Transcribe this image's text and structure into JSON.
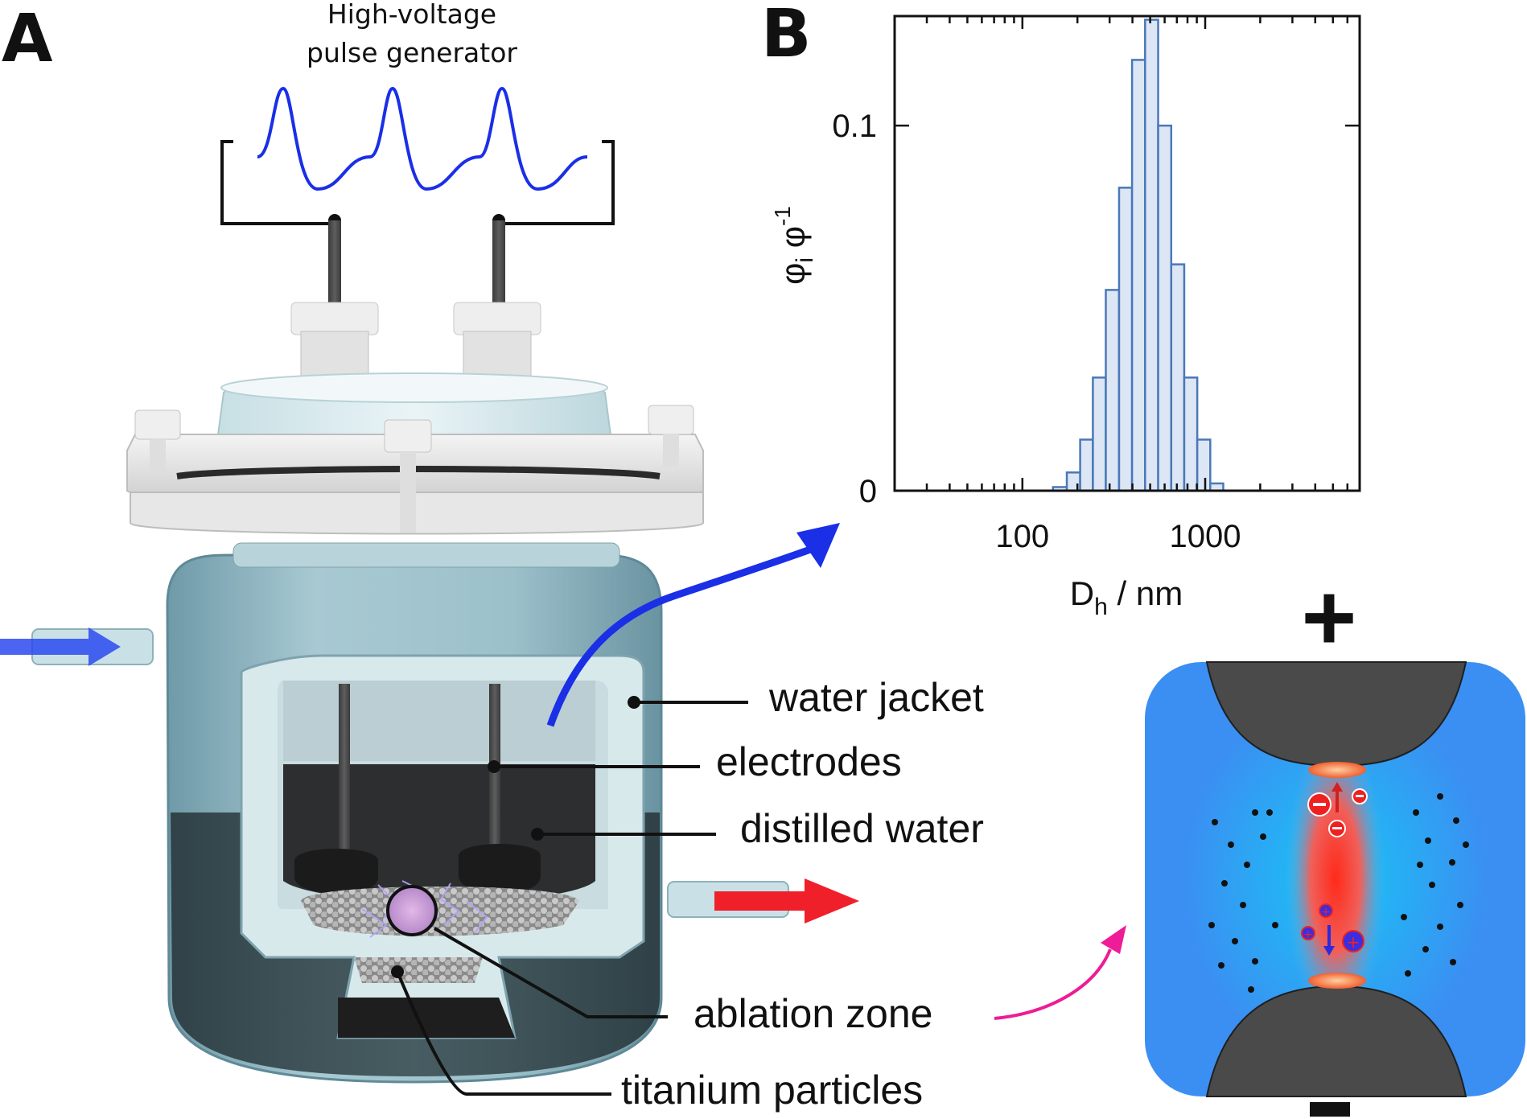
{
  "panel_a": {
    "letter": "A",
    "generator_line1": "High-voltage",
    "generator_line2": "pulse generator",
    "labels": {
      "water_jacket": "water jacket",
      "electrodes": "electrodes",
      "distilled_water": "distilled water",
      "ablation_zone": "ablation zone",
      "titanium_particles": "titanium particles"
    }
  },
  "panel_b": {
    "letter": "B"
  },
  "chart_data": {
    "type": "bar",
    "xlabel_main": "D",
    "xlabel_sub": "h",
    "xlabel_unit": " / nm",
    "ylabel_main": "φ",
    "ylabel_sub": "i",
    "ylabel_rest": " φ",
    "ylabel_sup": "-1",
    "x_scale": "log",
    "xlim": [
      20,
      7000
    ],
    "ylim": [
      0,
      0.13
    ],
    "x_ticks": [
      100,
      1000
    ],
    "x_tick_labels": [
      "100",
      "1000"
    ],
    "y_ticks": [
      0,
      0.1
    ],
    "y_tick_labels": [
      "0",
      "0.1"
    ],
    "bin_edges": [
      147,
      175,
      207,
      243,
      286,
      338,
      398,
      469,
      553,
      652,
      768,
      905,
      1066
    ],
    "values": [
      0.001,
      0.005,
      0.014,
      0.031,
      0.055,
      0.083,
      0.118,
      0.129,
      0.1,
      0.062,
      0.031,
      0.014,
      0.002
    ],
    "bar_color": "#dce6f4",
    "bar_edge": "#4a78b8"
  },
  "inset": {
    "plus": "+",
    "minus": "−"
  },
  "colors": {
    "pulse": "#1a2fe6",
    "inlet_arrow": "#2b4af0",
    "outlet_arrow": "#f0202a",
    "pink_arrow": "#ee1c96",
    "jacket": "#8fb4bf",
    "inset_blue": "#3b8ff2"
  }
}
